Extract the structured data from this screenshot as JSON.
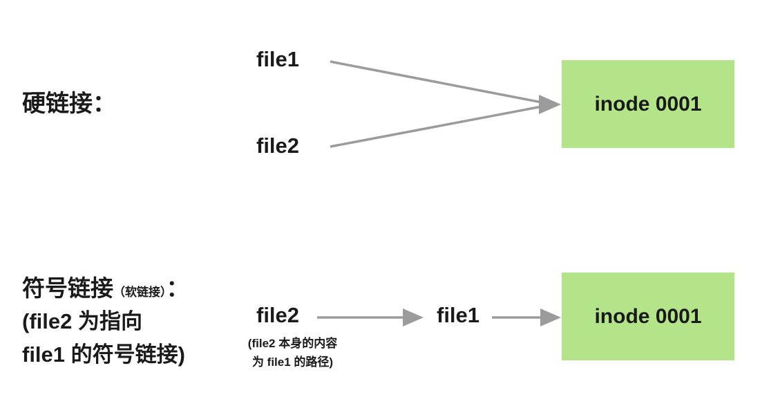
{
  "colors": {
    "inode_bg": "#b4e48a",
    "arrow": "#9b9b9b",
    "text": "#1a1a1a"
  },
  "hard_link": {
    "section_label": "硬链接：",
    "file1_label": "file1",
    "file2_label": "file2",
    "inode_label": "inode 0001"
  },
  "symbolic_link": {
    "section_label_main": "符号链接",
    "section_label_paren": "（软链接）",
    "section_label_colon": "：",
    "section_label_line2": "(file2 为指向",
    "section_label_line3": "file1 的符号链接)",
    "file2_label": "file2",
    "file2_note_line1": "(file2 本身的内容",
    "file2_note_line2": "为 file1 的路径)",
    "file1_label": "file1",
    "inode_label": "inode 0001"
  }
}
